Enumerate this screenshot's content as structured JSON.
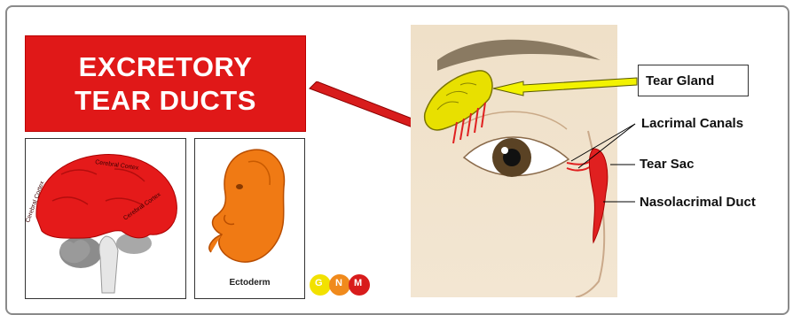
{
  "title": {
    "line1": "EXCRETORY",
    "line2": "TEAR DUCTS"
  },
  "brain": {
    "labels": [
      "Cerebral Cortex",
      "Cerebral Cortex",
      "Cerebral Cortex"
    ]
  },
  "embryo": {
    "label": "Ectoderm"
  },
  "callouts": {
    "tear_gland": "Tear Gland",
    "lacrimal_canals": "Lacrimal Canals",
    "tear_sac": "Tear Sac",
    "nasolacrimal_duct": "Nasolacrimal Duct"
  },
  "logo": {
    "letters": [
      "G",
      "N",
      "M"
    ]
  },
  "colors": {
    "title_bg": "#e01818",
    "duct_red": "#e02020",
    "gland_yellow": "#e8e000",
    "pointer_red": "#d81c1c"
  }
}
